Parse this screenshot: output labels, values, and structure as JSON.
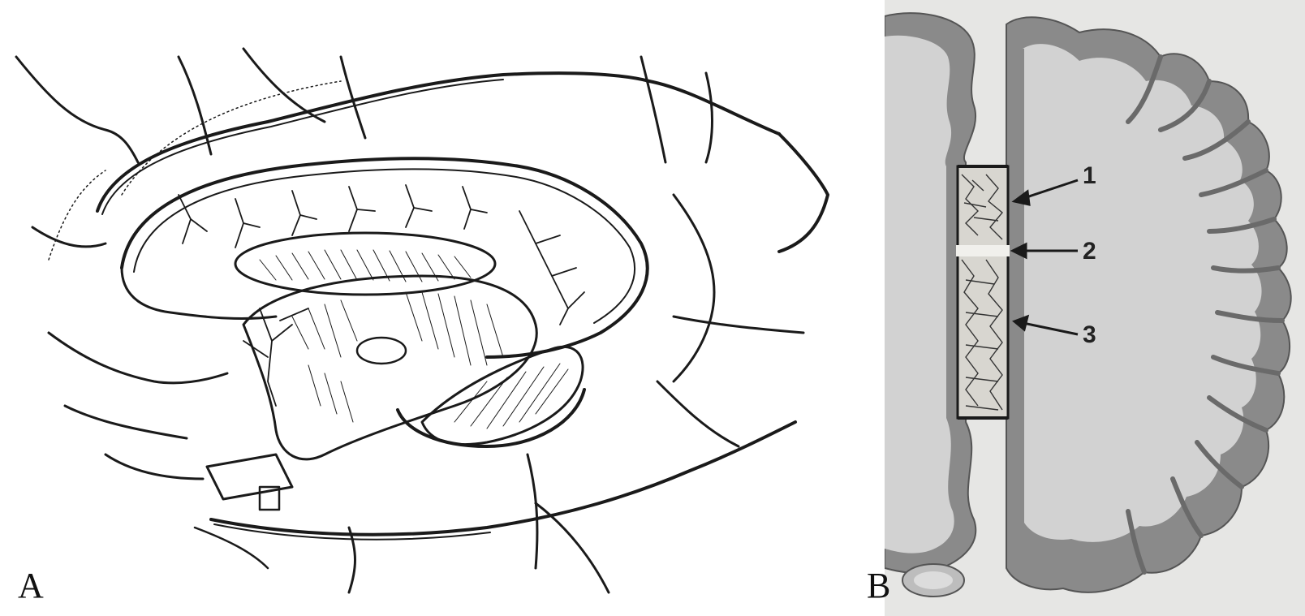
{
  "panels": {
    "a": {
      "letter": "A"
    },
    "b": {
      "letter": "B"
    }
  },
  "callouts": [
    {
      "number": "1"
    },
    {
      "number": "2"
    },
    {
      "number": "3"
    }
  ],
  "colors": {
    "ink": "#1a1a1a",
    "cortex_gray": "#8a8a8a",
    "white_matter": "#d2d2d2",
    "background_b": "#e6e6e4"
  }
}
